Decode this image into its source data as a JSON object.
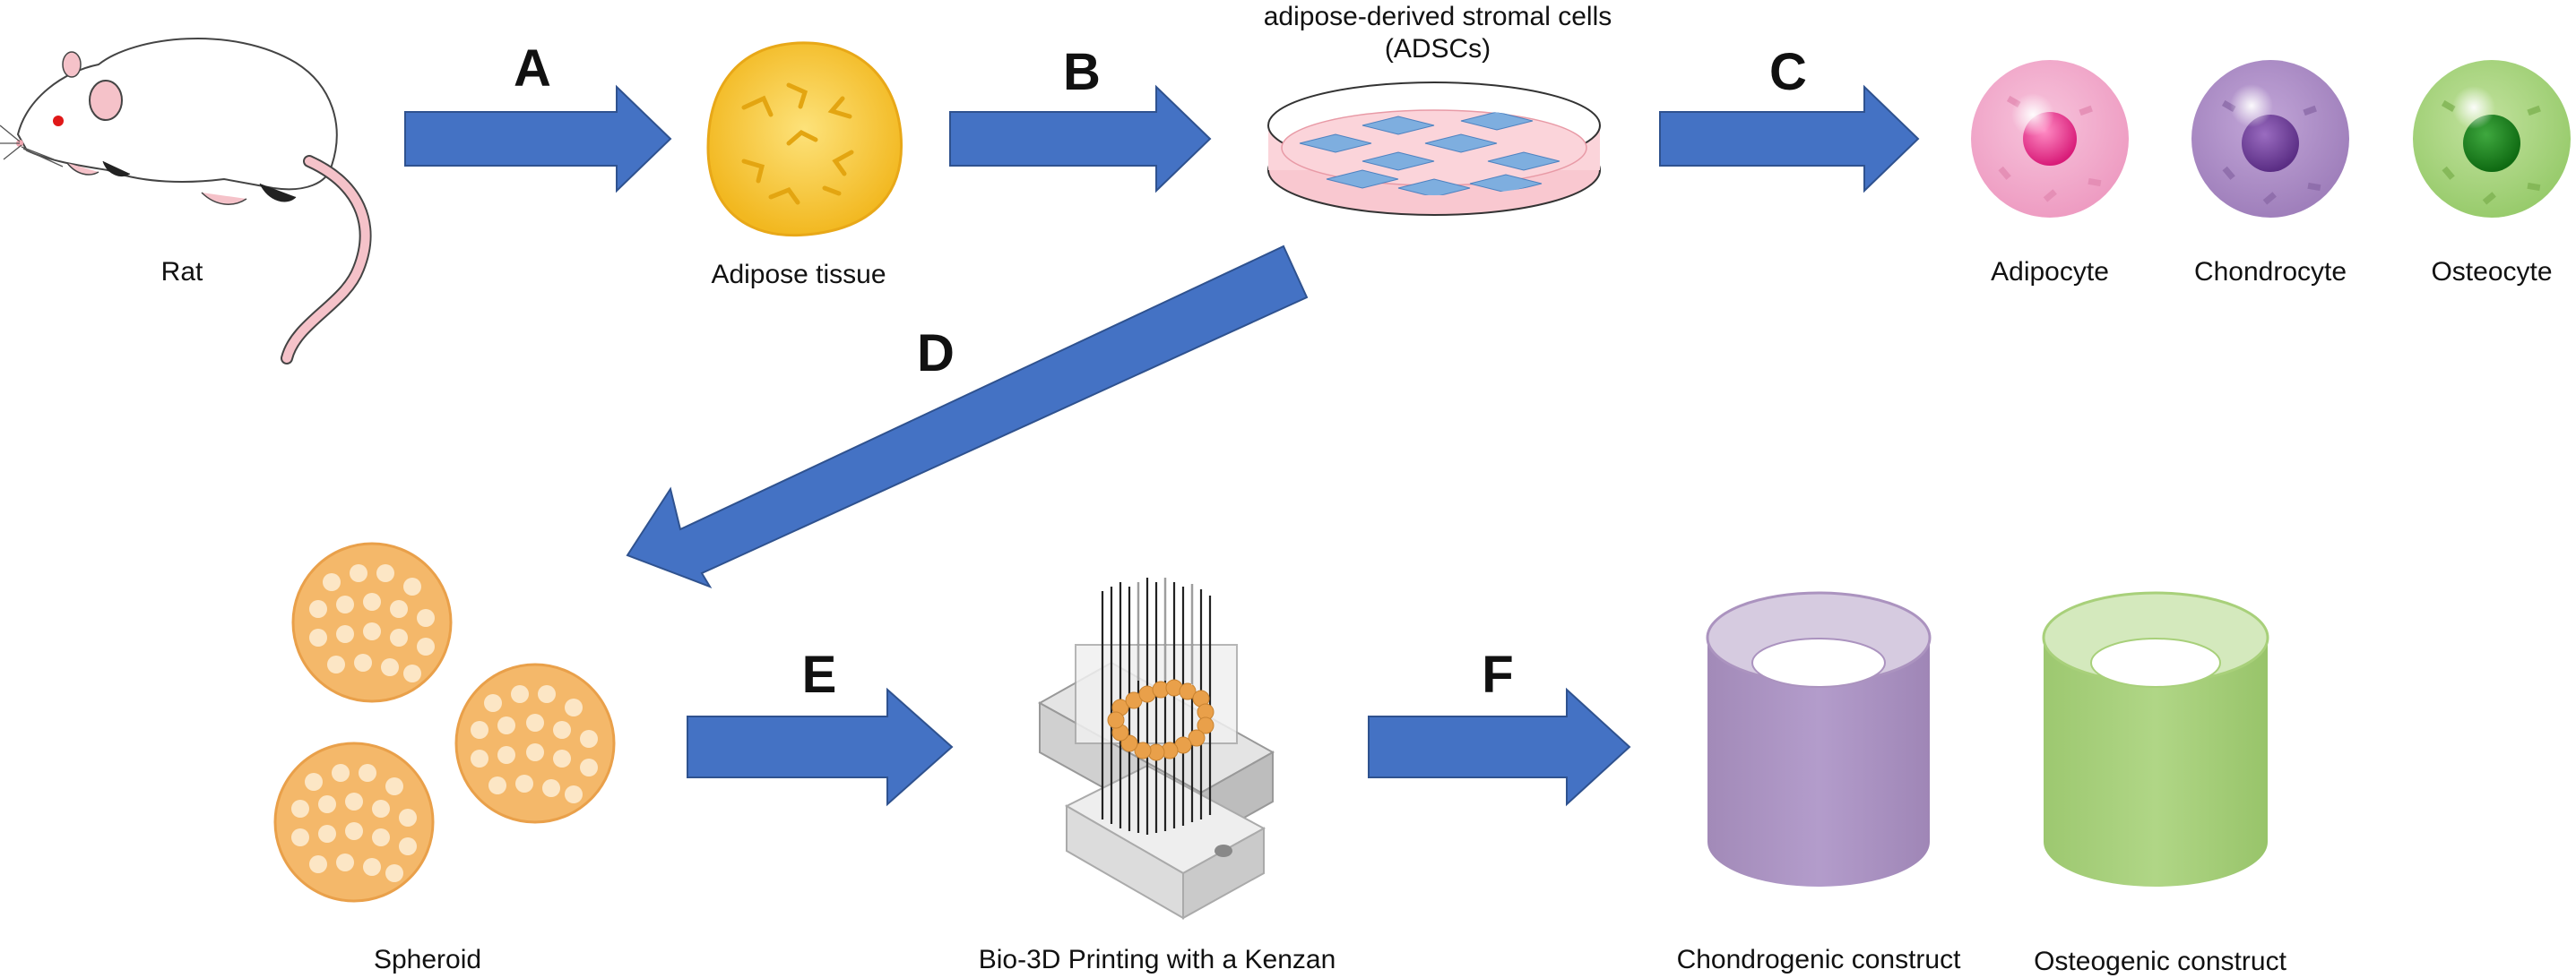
{
  "steps": {
    "a": "A",
    "b": "B",
    "c": "C",
    "d": "D",
    "e": "E",
    "f": "F"
  },
  "captions": {
    "rat": "Rat",
    "adipose": "Adipose tissue",
    "adscs_line1": "adipose-derived stromal cells",
    "adscs_line2": "(ADSCs)",
    "adipocyte": "Adipocyte",
    "chondrocyte": "Chondrocyte",
    "osteocyte": "Osteocyte",
    "spheroid": "Spheroid",
    "bio3d": "Bio-3D Printing with a Kenzan",
    "chondrogenic": "Chondrogenic construct",
    "osteogenic": "Osteogenic construct"
  },
  "colors": {
    "arrow": "#4472c4",
    "adipocyte": "#f0a6c8",
    "chondrocyte": "#a888c2",
    "osteocyte": "#a3d27a",
    "spheroid": "#f4b86a",
    "chondrogenic_construct": "#ab93bf",
    "osteogenic_construct": "#a8d07a",
    "adipose_tissue": "#f7c534"
  }
}
